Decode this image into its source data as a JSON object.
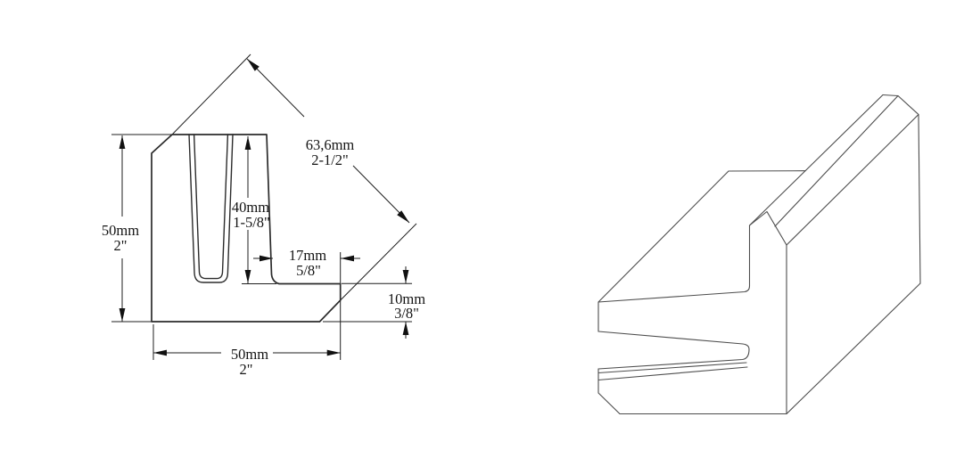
{
  "drawing": {
    "background_color": "#ffffff",
    "line_color": "#2b2b2b",
    "dimension_color": "#141414",
    "cross_section": {
      "description": "2D cross-section profile with V-slot and stepped ledge",
      "dimensions": {
        "overall_height": {
          "metric": "50mm",
          "imperial": "2\""
        },
        "overall_width": {
          "metric": "50mm",
          "imperial": "2\""
        },
        "slot_depth": {
          "metric": "40mm",
          "imperial": "1-5/8\""
        },
        "diagonal_face": {
          "metric": "63,6mm",
          "imperial": "2-1/2\""
        },
        "ledge_width": {
          "metric": "17mm",
          "imperial": "5/8\""
        },
        "ledge_height": {
          "metric": "10mm",
          "imperial": "3/8\""
        }
      }
    },
    "isometric_view": {
      "description": "3D isometric line rendering of extruded profile"
    }
  }
}
